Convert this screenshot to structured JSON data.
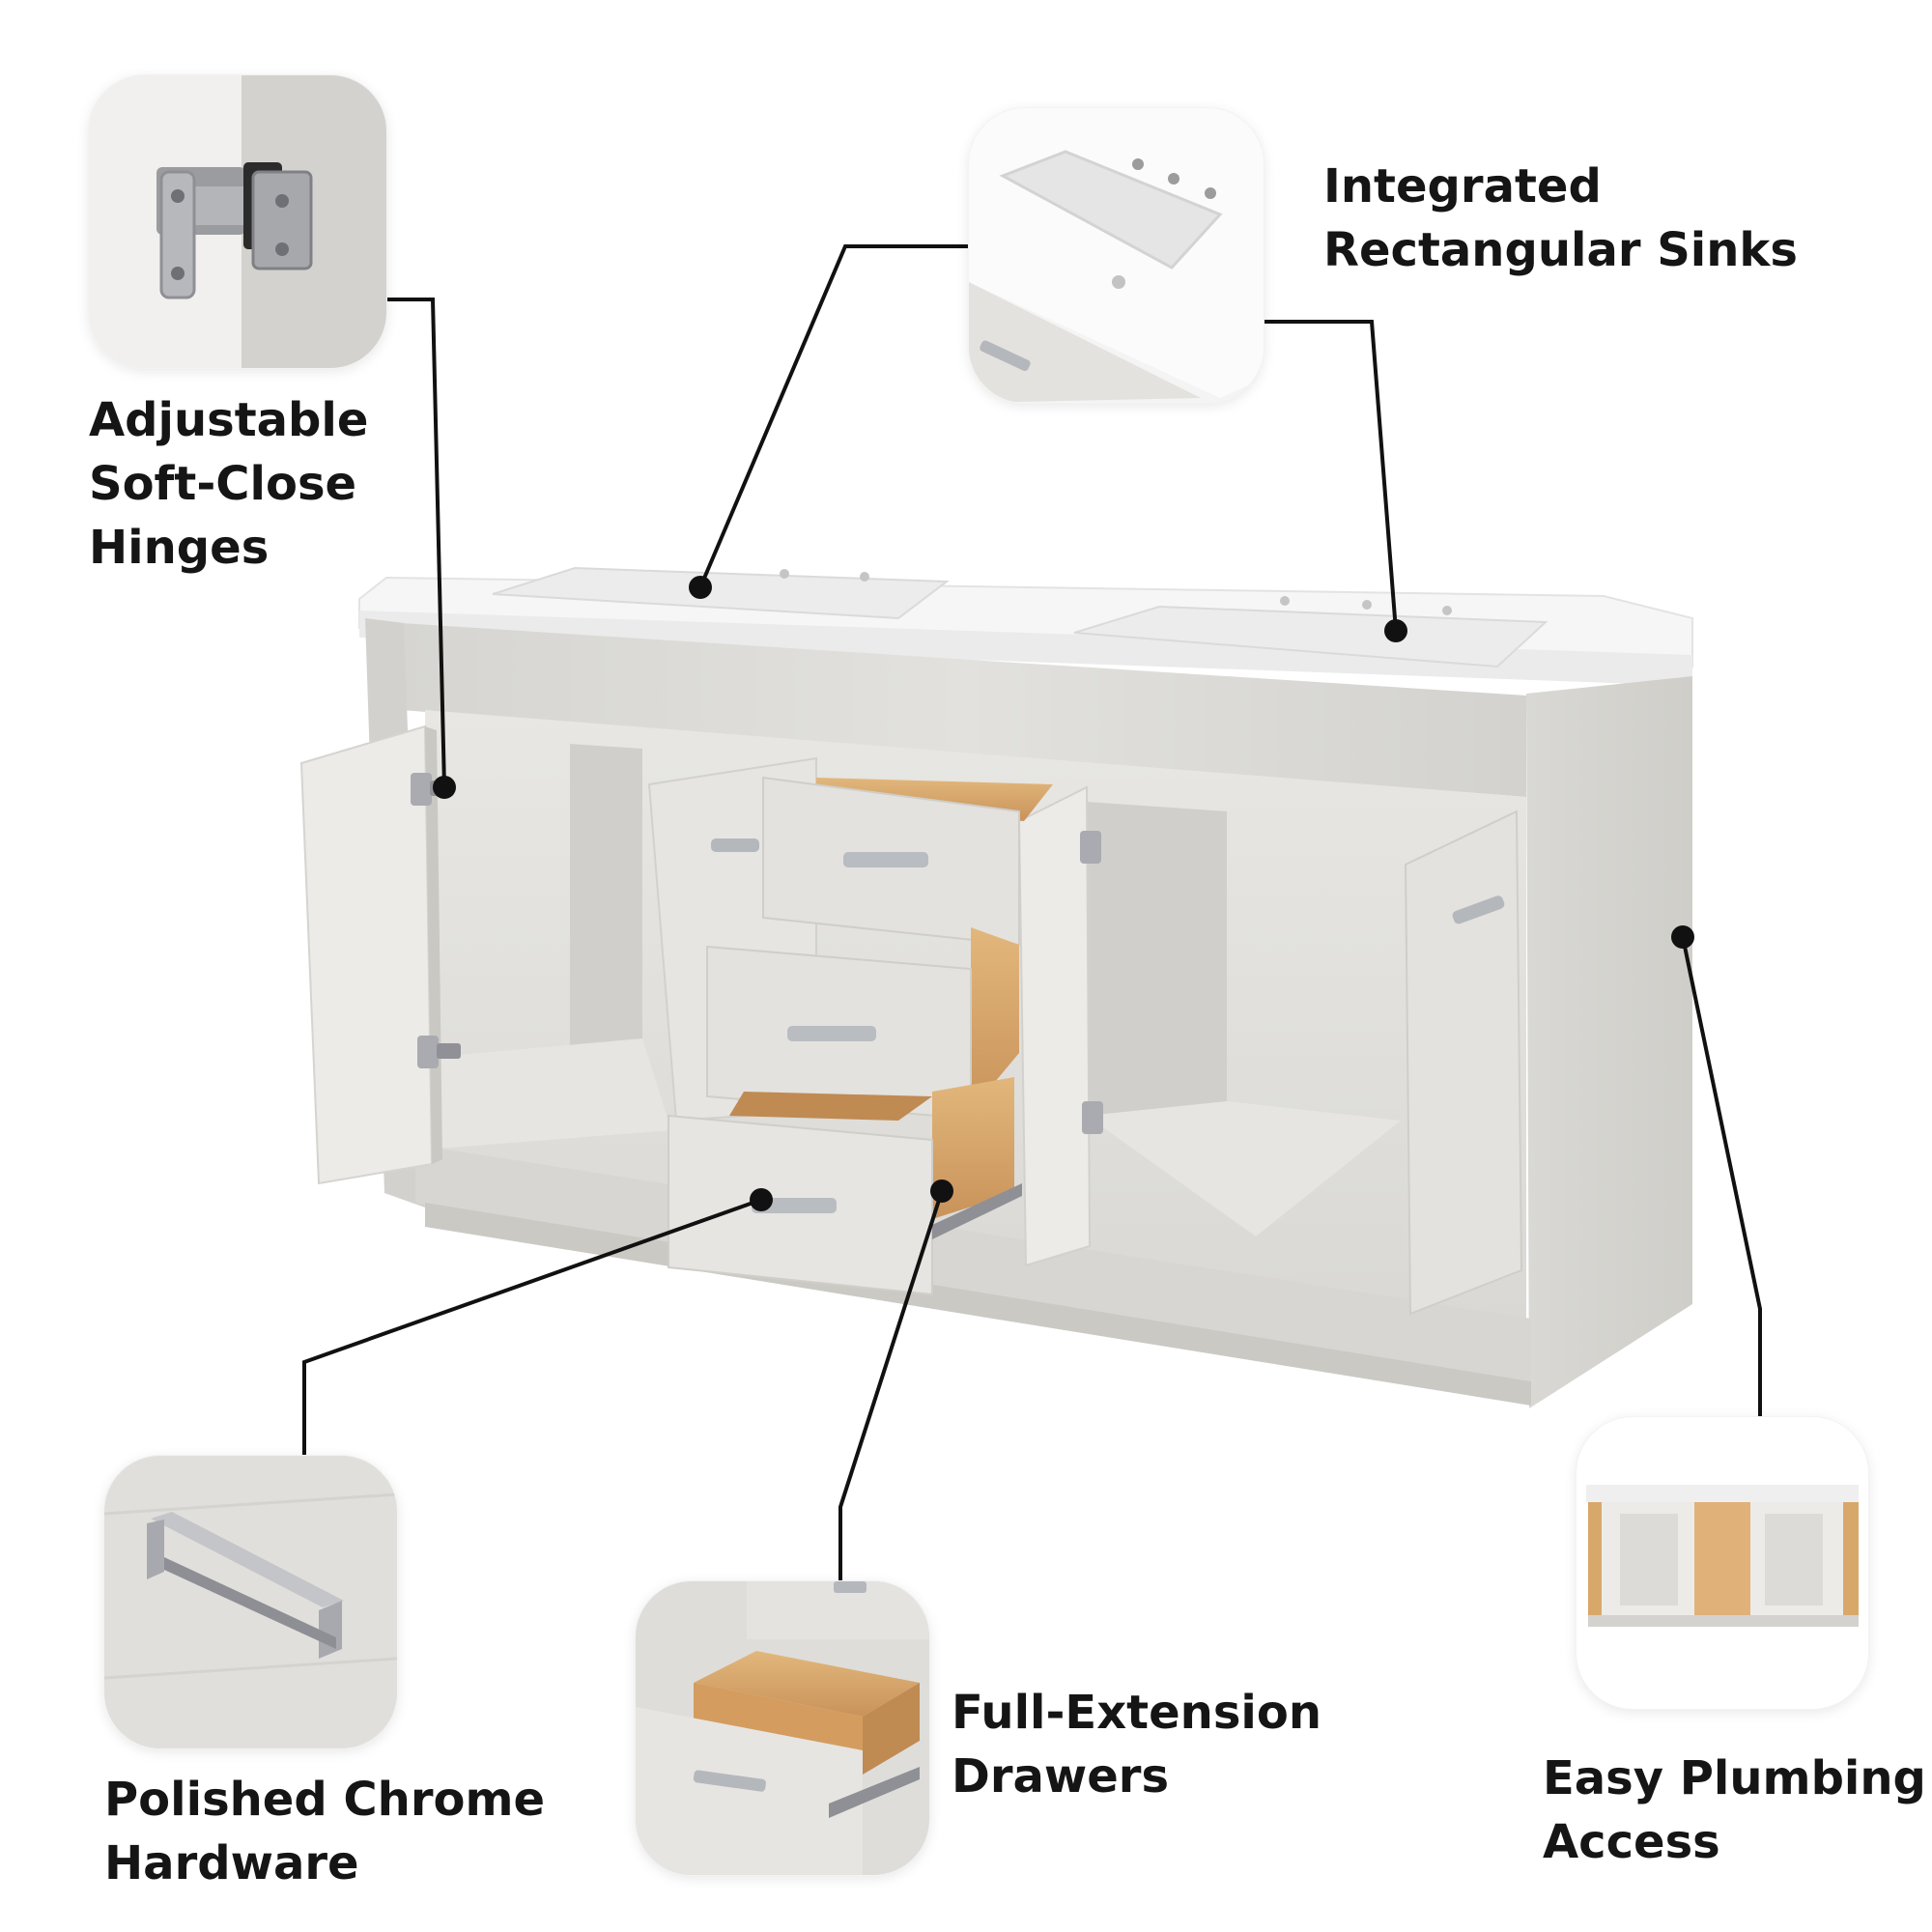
{
  "callouts": {
    "hinges": {
      "label": "Adjustable\nSoft-Close\nHinges",
      "icon": "hinge-closeup"
    },
    "sinks": {
      "label": "Integrated\nRectangular Sinks",
      "icon": "sink-closeup"
    },
    "hardware": {
      "label": "Polished Chrome\nHardware",
      "icon": "handle-closeup"
    },
    "drawers": {
      "label": "Full-Extension\nDrawers",
      "icon": "drawer-closeup"
    },
    "plumbing": {
      "label": "Easy Plumbing\nAccess",
      "icon": "open-back-closeup"
    }
  },
  "colors": {
    "wood_gray": "#dcdbd7",
    "wood_gray_dark": "#c9c8c3",
    "countertop": "#f7f7f7",
    "drawer_box": "#d8a86a",
    "chrome": "#b9bcc1",
    "leader_line": "#111111",
    "text": "#151515"
  }
}
